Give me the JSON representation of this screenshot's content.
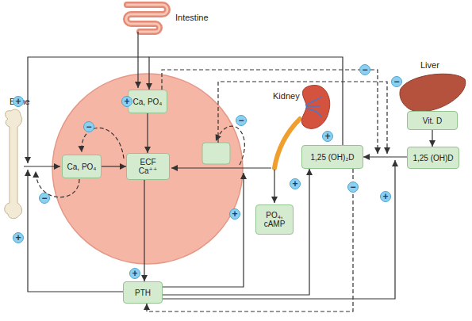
{
  "diagram": {
    "nodes": [
      {
        "text": [
          "Ca, PO₄"
        ]
      },
      {
        "text": [
          "Ca, PO₄"
        ]
      },
      {
        "text": [
          "ECF Ca⁺⁺"
        ]
      },
      {
        "text": [
          "1,25 (OH)₂D"
        ]
      },
      {
        "text": [
          "Vit. D"
        ]
      },
      {
        "text": [
          "1,25 (OH)D"
        ]
      },
      {
        "text": [
          "PO₄, cAMP"
        ]
      },
      {
        "text": [
          "PTH"
        ]
      }
    ],
    "edges": [
      {
        "from": 0,
        "to": 2,
        "arrow": "to"
      },
      {
        "from": 1,
        "to": 2,
        "arrow": "to"
      },
      {
        "from": 2,
        "to": 7,
        "arrow": "to"
      },
      {
        "from": 3,
        "to": 0,
        "arrow": "to"
      },
      {
        "from": 4,
        "to": 5,
        "arrow": "to"
      },
      {
        "from": 5,
        "to": 3,
        "arrow": "to"
      },
      {
        "from": 7,
        "to": 3,
        "arrow": "to"
      },
      {
        "from": 3,
        "to": 7,
        "arrow": "to"
      }
    ],
    "labels": [
      "Intestine",
      "Liver",
      "Bone",
      "Kidney",
      "+",
      "+",
      "−",
      "−",
      "−",
      "−",
      "+",
      "−",
      "+",
      "−",
      "+",
      "+",
      "+",
      "+"
    ]
  }
}
